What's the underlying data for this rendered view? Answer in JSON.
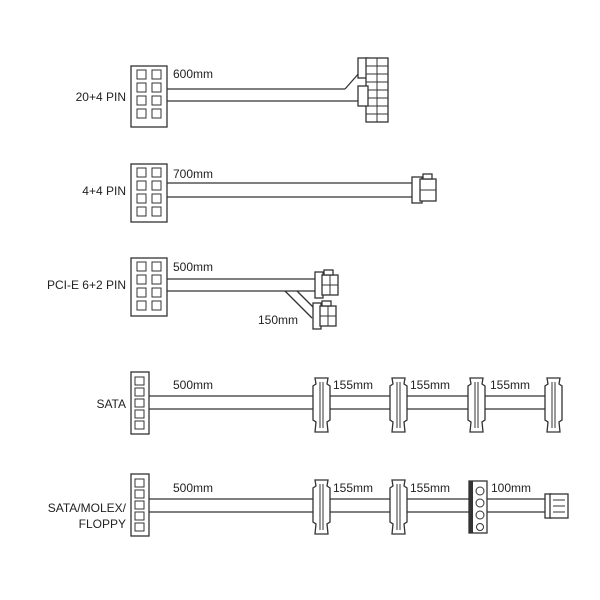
{
  "cables": [
    {
      "name": "20+4 PIN",
      "length": "600mm"
    },
    {
      "name": "4+4 PIN",
      "length": "700mm"
    },
    {
      "name": "PCI-E 6+2 PIN",
      "length": "500mm",
      "branch_length": "150mm"
    },
    {
      "name": "SATA",
      "length": "500mm",
      "segments": [
        "155mm",
        "155mm",
        "155mm"
      ]
    },
    {
      "name_lines": [
        "SATA/MOLEX/",
        "FLOPPY"
      ],
      "length": "500mm",
      "segments": [
        "155mm",
        "155mm",
        "100mm"
      ]
    }
  ]
}
